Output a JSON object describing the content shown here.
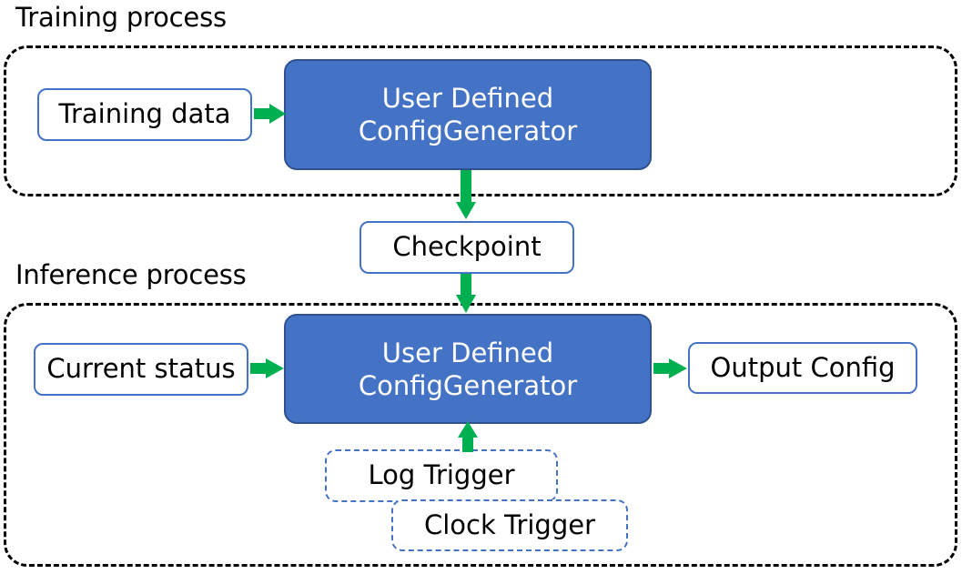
{
  "diagram": {
    "title_training": "Training process",
    "title_inference": "Inference process",
    "colors": {
      "primary_fill": "#4472C4",
      "primary_stroke": "#2F528F",
      "node_stroke": "#4472C4",
      "arrow": "#00B050",
      "group_stroke": "#000000",
      "text_dark": "#000000",
      "text_light": "#FFFFFF"
    },
    "training": {
      "input_node": "Training data",
      "process_node_line1": "User Defined",
      "process_node_line2": "ConfigGenerator"
    },
    "bridge": {
      "checkpoint_node": "Checkpoint"
    },
    "inference": {
      "input_node": "Current status",
      "process_node_line1": "User Defined",
      "process_node_line2": "ConfigGenerator",
      "output_node": "Output Config",
      "trigger_log": "Log Trigger",
      "trigger_clock": "Clock Trigger"
    },
    "edges": [
      {
        "from": "Training data",
        "to": "User Defined ConfigGenerator (training)",
        "direction": "right"
      },
      {
        "from": "User Defined ConfigGenerator (training)",
        "to": "Checkpoint",
        "direction": "down"
      },
      {
        "from": "Checkpoint",
        "to": "User Defined ConfigGenerator (inference)",
        "direction": "down"
      },
      {
        "from": "Current status",
        "to": "User Defined ConfigGenerator (inference)",
        "direction": "right"
      },
      {
        "from": "User Defined ConfigGenerator (inference)",
        "to": "Output Config",
        "direction": "right"
      },
      {
        "from": "Log Trigger",
        "to": "User Defined ConfigGenerator (inference)",
        "direction": "up"
      }
    ]
  }
}
